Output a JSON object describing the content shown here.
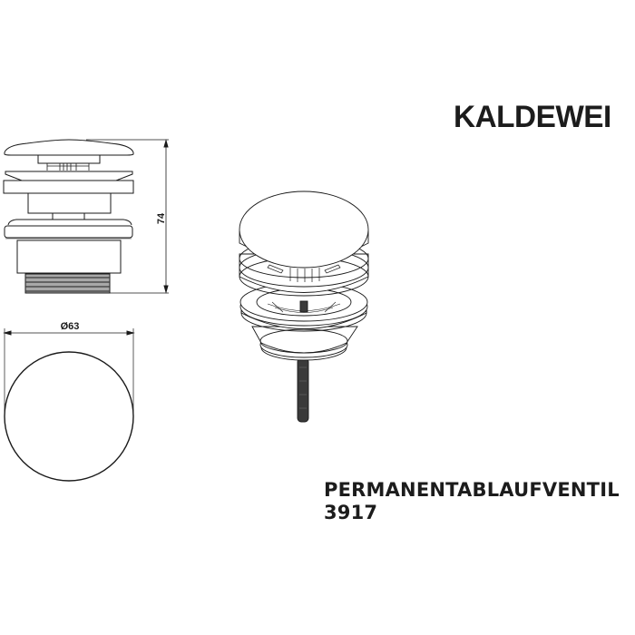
{
  "brand": {
    "logo_text": "KALDEWEI"
  },
  "product": {
    "name": "PERMANENTABLAUFVENTIL",
    "number": "3917"
  },
  "drawings": {
    "side_view": {
      "height_dimension_label": "74"
    },
    "top_view": {
      "diameter_dimension_label": "Ø63"
    },
    "isometric_view": {
      "description": "valve-3d-render"
    }
  },
  "colors": {
    "line": "#1a1a1a",
    "background": "#ffffff",
    "text": "#1c1c1c",
    "thread_fill": "#8a8a8a",
    "rod_fill": "#3a3a3a"
  }
}
